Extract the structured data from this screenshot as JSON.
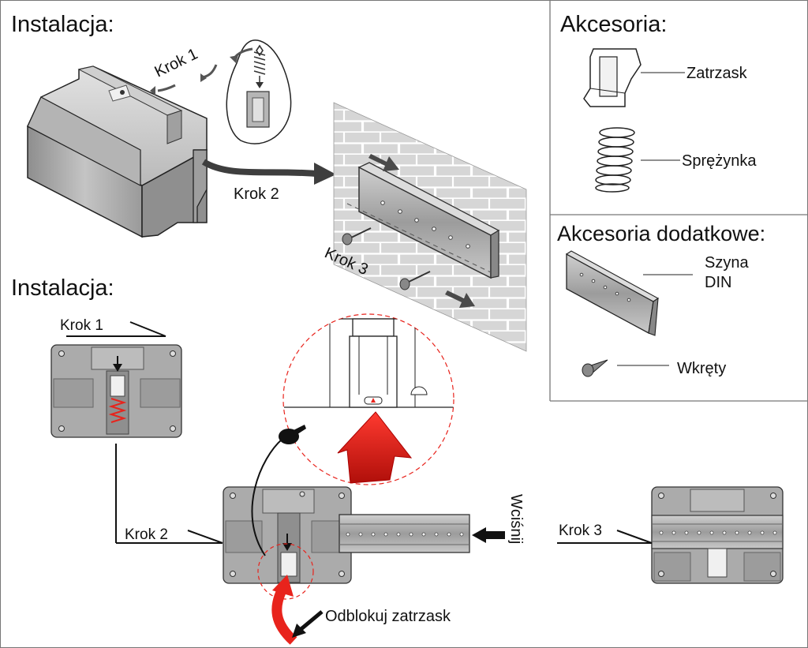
{
  "colors": {
    "device_gray": "#a9a9a9",
    "device_dark": "#7d7d7d",
    "device_light": "#d2d2d2",
    "wall": "#d7d7d7",
    "mortar": "#ffffff",
    "rail": "#b3b3b3",
    "accent_red": "#e8231c",
    "arrow_dark": "#4a4a4a",
    "border": "#777777"
  },
  "top": {
    "title": "Instalacja:",
    "step1": "Krok 1",
    "step2": "Krok 2",
    "step3": "Krok 3"
  },
  "accessories": {
    "title": "Akcesoria:",
    "items": [
      {
        "label": "Zatrzask",
        "icon": "latch-icon"
      },
      {
        "label": "Sprężynka",
        "icon": "spring-icon"
      }
    ]
  },
  "extra_accessories": {
    "title": "Akcesoria dodatkowe:",
    "rail_label_line1": "Szyna",
    "rail_label_line2": "DIN",
    "screws_label": "Wkręty"
  },
  "bottom": {
    "title": "Instalacja:",
    "step1": "Krok 1",
    "step2": "Krok 2",
    "step3": "Krok 3",
    "press": "Wciśnij",
    "unlock": "Odblokuj zatrzask"
  }
}
